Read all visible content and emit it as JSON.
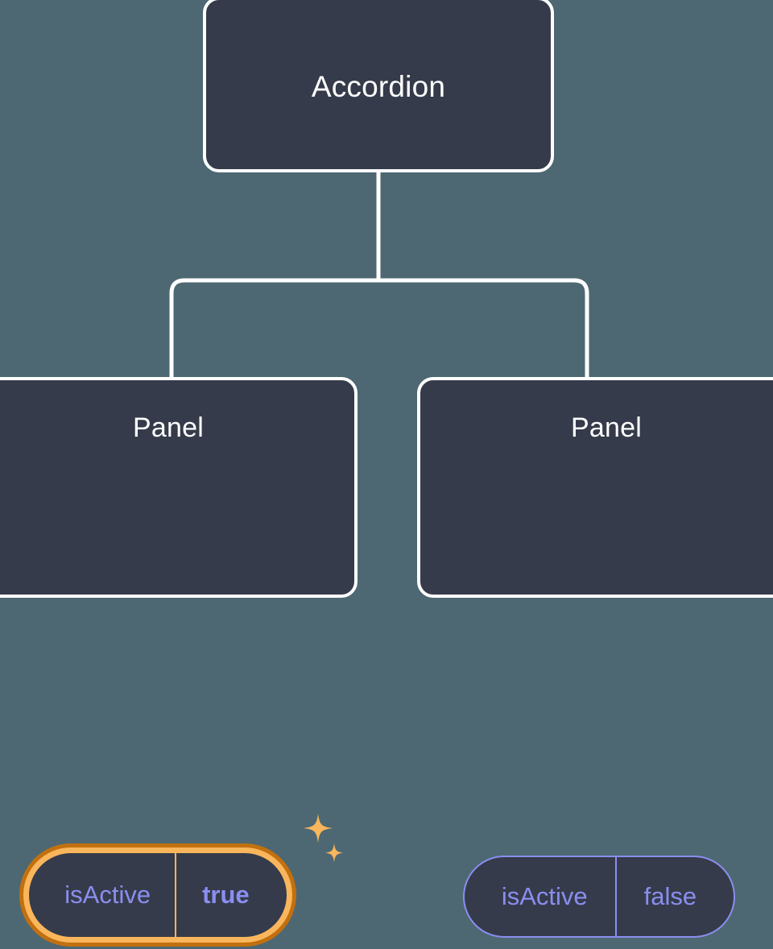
{
  "background_color": "#4d6872",
  "theme": {
    "node_fill": "#353b4a",
    "node_border": "#ffffff",
    "connector_color": "#ffffff",
    "prop_accent": "#8a8ef0",
    "highlight_ring_outer": "#c2700f",
    "highlight_ring_inner": "#fab65c",
    "sparkle_color": "#fab65c"
  },
  "diagram": {
    "type": "component-tree",
    "root": {
      "id": "accordion",
      "label": "Accordion"
    },
    "children": [
      {
        "id": "panel-left",
        "label": "Panel",
        "highlighted": true,
        "prop": {
          "key": "isActive",
          "value": "true",
          "value_bold": true
        },
        "sparkles": true
      },
      {
        "id": "panel-right",
        "label": "Panel",
        "highlighted": false,
        "prop": {
          "key": "isActive",
          "value": "false",
          "value_bold": false
        },
        "sparkles": false
      }
    ]
  },
  "icons": {
    "sparkle_large": "sparkle-four-point-icon",
    "sparkle_small": "sparkle-four-point-small-icon"
  }
}
